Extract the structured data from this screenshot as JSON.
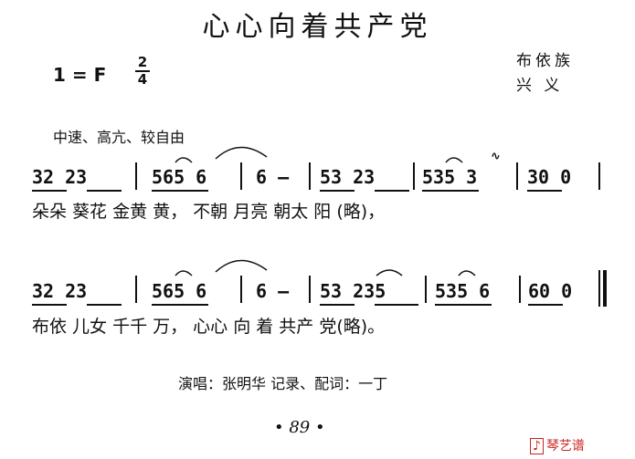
{
  "song": {
    "title": "心心向着共产党",
    "key": "1 = F",
    "time_top": "2",
    "time_bottom": "4",
    "origin": "布依族",
    "genre": "兴 义",
    "tempo": "中速、高亢、较自由"
  },
  "line1": {
    "m1": "32 23",
    "m2": "565 6",
    "m3": "6 –",
    "m4": "53 23",
    "m5": "535 3",
    "m6": "30 0",
    "lyric": "朵朵 葵花  金黄  黄，     不朝 月亮  朝太  阳 (略)，"
  },
  "line2": {
    "m1": "32 23",
    "m2": "565 6",
    "m3": "6 –",
    "m4": "53 235",
    "m5": "535 6",
    "m6": "60 0",
    "lyric": "布依 儿女  千千  万，       心心 向 着  共产  党(略)。"
  },
  "footer": {
    "credits": "演唱：张明华  记录、配词：一丁",
    "page": "• 89 •",
    "watermark": "琴艺谱"
  }
}
